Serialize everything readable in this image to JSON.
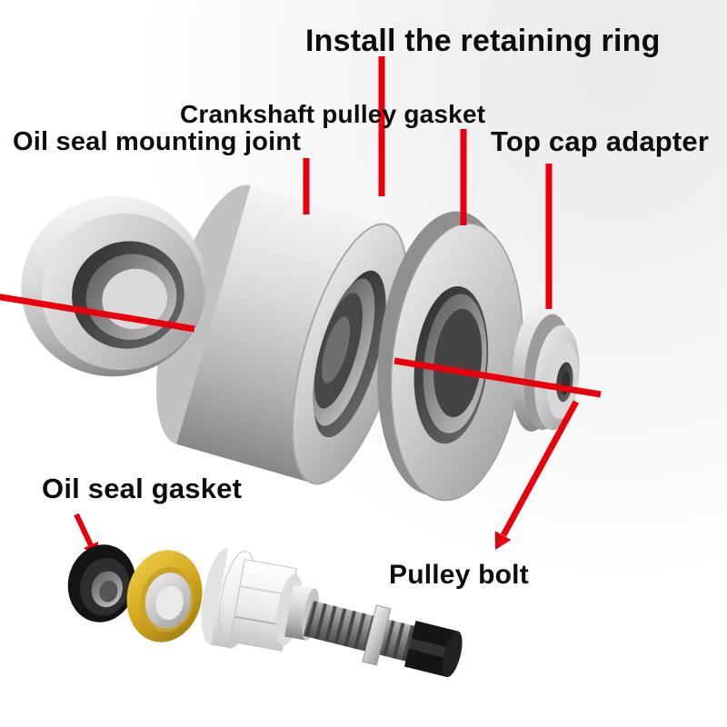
{
  "diagram": {
    "title": "Install the retaining ring",
    "labels": {
      "crankshaft_gasket": "Crankshaft pulley gasket",
      "oil_seal_joint": "Oil seal mounting joint",
      "top_cap": "Top cap adapter",
      "oil_seal_gasket": "Oil seal gasket",
      "pulley_bolt": "Pulley bolt"
    },
    "colors": {
      "pointer_red": "#e8000d",
      "background": "#ffffff",
      "metal_light": "#ececec",
      "metal_dark": "#5a5a5a",
      "gasket_gold": "#d3a81f",
      "seal_black": "#141414"
    }
  }
}
